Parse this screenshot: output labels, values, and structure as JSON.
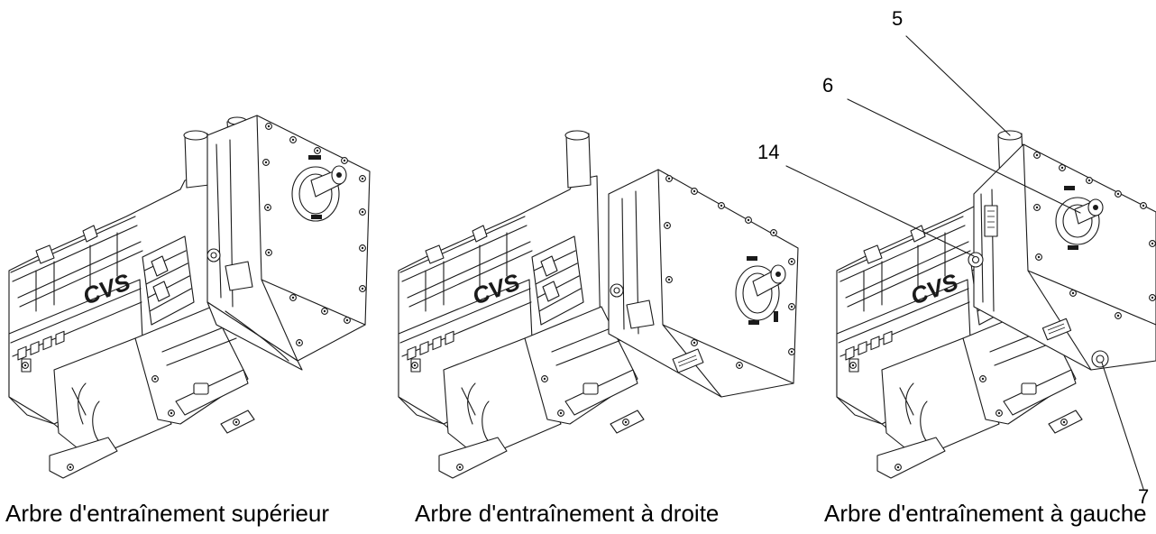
{
  "figure": {
    "captions": [
      "Arbre d'entraînement supérieur",
      "Arbre d'entraînement à droite",
      "Arbre d'entraînement à gauche"
    ],
    "pump_lettering": "CVS",
    "callouts": [
      "5",
      "6",
      "14",
      "7"
    ]
  }
}
